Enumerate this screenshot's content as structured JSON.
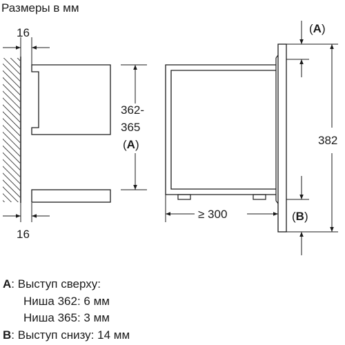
{
  "title": "Размеры в мм",
  "dims": {
    "wall_top": "16",
    "wall_bottom": "16",
    "niche_height_line1": "362-",
    "niche_height_line2": "365",
    "niche_height_ref_open": "(",
    "niche_height_ref": "A",
    "niche_height_ref_close": ")",
    "depth": "≥ 300",
    "total_height": "382",
    "ref_a": "A",
    "ref_b": "B"
  },
  "legend": {
    "a_key": "A",
    "a_text": ": Выступ сверху:",
    "a_line1": "Ниша 362: 6 мм",
    "a_line2": "Ниша 365: 3 мм",
    "b_key": "B",
    "b_text": ": Выступ снизу: 14 мм"
  }
}
